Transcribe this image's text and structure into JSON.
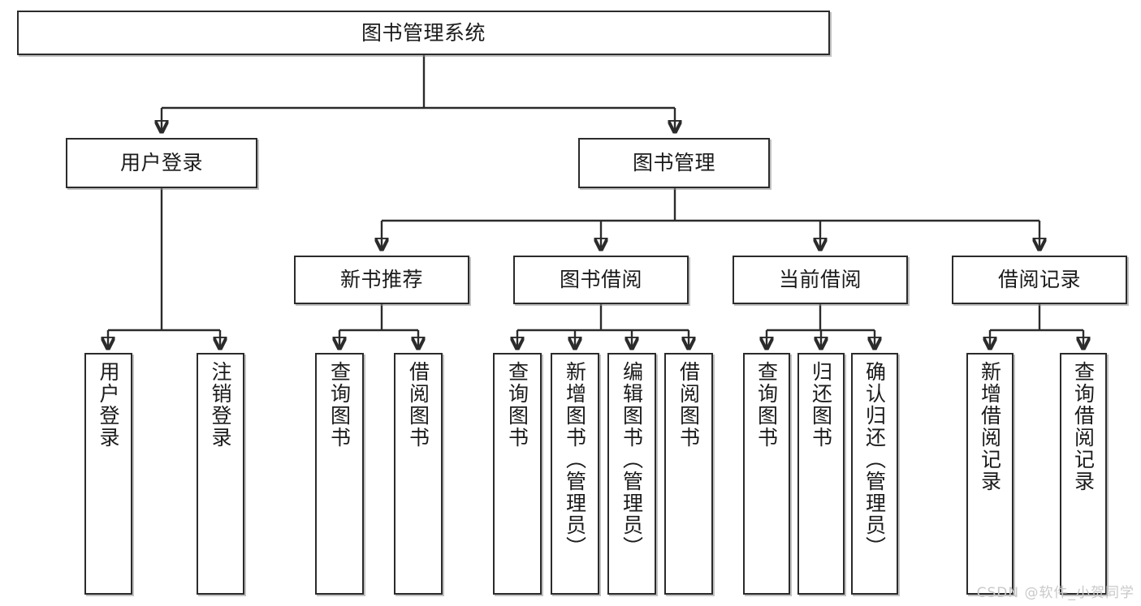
{
  "diagram": {
    "title": "图书管理系统",
    "type": "hierarchy-tree",
    "background_color": "#ffffff",
    "box_border_color": "#2b2b2b",
    "text_color": "#1b1b1b",
    "levels": 4,
    "root": {
      "label": "图书管理系统"
    },
    "level2": [
      {
        "label": "用户登录"
      },
      {
        "label": "图书管理"
      }
    ],
    "level3": [
      {
        "label": "新书推荐"
      },
      {
        "label": "图书借阅"
      },
      {
        "label": "当前借阅"
      },
      {
        "label": "借阅记录"
      }
    ],
    "leaves": {
      "user_login": [
        {
          "label": "用户登录"
        },
        {
          "label": "注销登录"
        }
      ],
      "new_book_recommend": [
        {
          "label": "查询图书"
        },
        {
          "label": "借阅图书"
        }
      ],
      "book_borrow": [
        {
          "label": "查询图书"
        },
        {
          "label": "新增图书（管理员）"
        },
        {
          "label": "编辑图书（管理员）"
        },
        {
          "label": "借阅图书"
        }
      ],
      "current_borrow": [
        {
          "label": "查询图书"
        },
        {
          "label": "归还图书"
        },
        {
          "label": "确认归还（管理员）"
        }
      ],
      "borrow_record": [
        {
          "label": "新增借阅记录"
        },
        {
          "label": "查询借阅记录"
        }
      ]
    }
  },
  "watermark": {
    "text": "CSDN @软件_小贺同学",
    "color": "#c9c9c9"
  }
}
